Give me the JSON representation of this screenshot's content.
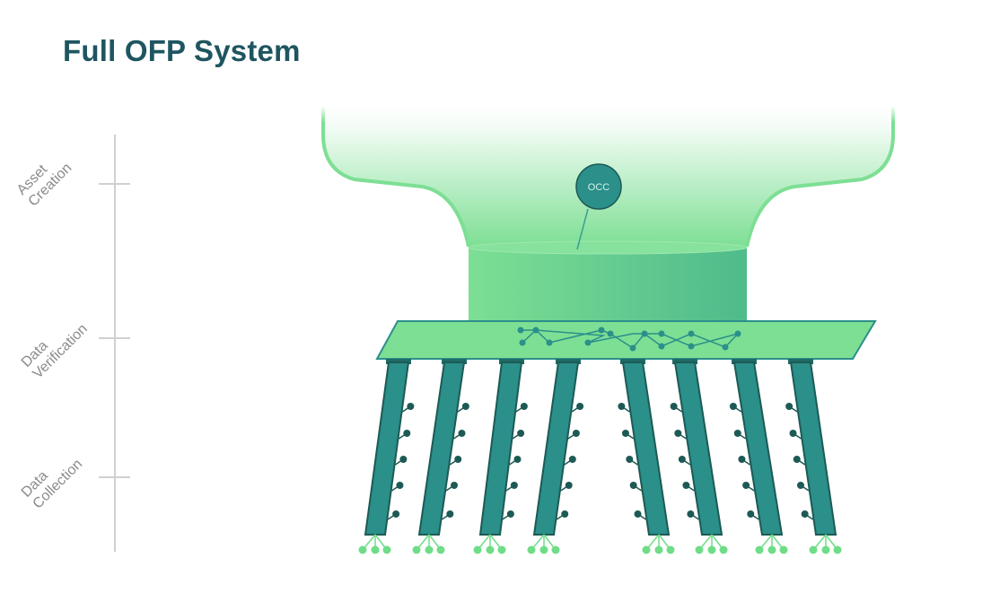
{
  "title": "Full OFP System",
  "stages": [
    {
      "line1": "Asset",
      "line2": "Creation"
    },
    {
      "line1": "Data",
      "line2": "Verification"
    },
    {
      "line1": "Data",
      "line2": "Collection"
    }
  ],
  "occ_label": "OCC",
  "colors": {
    "title": "#1e5560",
    "funnel_green": "#7ddf94",
    "teal": "#2b8f8a",
    "dark_teal": "#1f6b66",
    "node_dark": "#1d5a55",
    "leaf_green": "#6fdd88",
    "axis_gray": "#d0d0d0"
  }
}
